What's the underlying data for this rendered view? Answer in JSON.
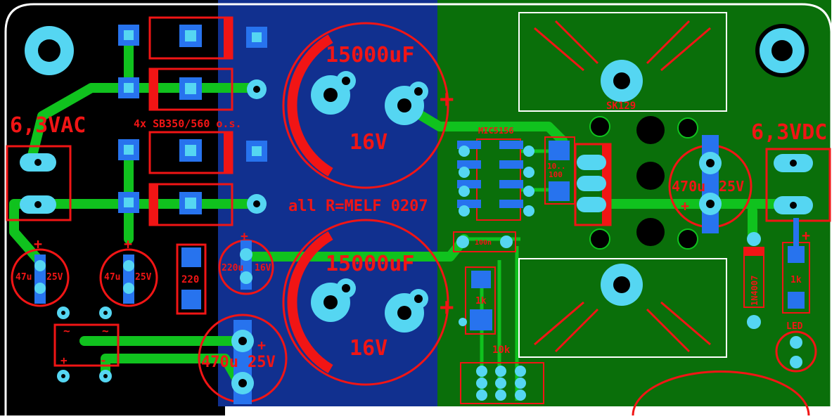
{
  "board": {
    "colors": {
      "board_left": "#000000",
      "board_mid": "#11308f",
      "board_right": "#0a6f0a",
      "trace": "#10c21e",
      "pad": "#55d6f2",
      "pad_square": "#2773ee",
      "silk_red": "#f11515",
      "silk_white": "#ffffff",
      "hole": "#000000"
    }
  },
  "labels": {
    "input_voltage": "6,3VAC",
    "output_voltage": "6,3VDC",
    "diodes": "4x SB350/560 o.s.",
    "resistors_note": "all R=MELF 0207",
    "cap_big_top": "15000uF",
    "cap_big_top_v": "16V",
    "cap_big_bottom": "15000uF",
    "cap_big_bottom_v": "16V",
    "reg_ic": "MIC5156",
    "transistor": "SK129",
    "cap_47_left": "47u",
    "cap_47_left_v": "25V",
    "cap_47_right": "47u",
    "cap_47_right_v": "25V",
    "cap_220": "220u",
    "cap_220_v": "16V",
    "res_220": "220",
    "cap_470_left": "470u",
    "cap_470_left_v": "25V",
    "cap_470_right": "470u",
    "cap_470_right_v": "25V",
    "res_10_100_a": "10..",
    "res_10_100_b": "100",
    "cap_100n": "100n",
    "res_1k_mid": "1k",
    "res_10k": "10k",
    "diode_1n4007": "1N4007",
    "res_1k_right": "1k",
    "led": "LED",
    "plus": "+",
    "minus": "-",
    "tilde": "~"
  }
}
